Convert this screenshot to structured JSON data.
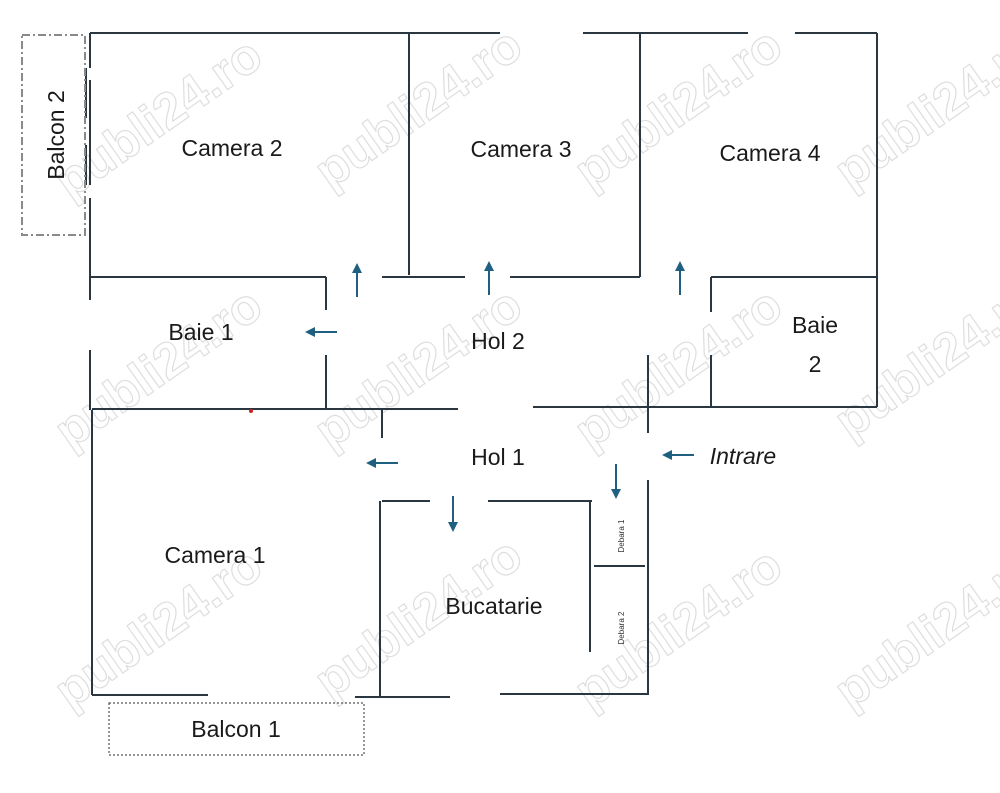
{
  "rooms": {
    "camera2": "Camera 2",
    "camera3": "Camera 3",
    "camera4": "Camera 4",
    "baie1": "Baie 1",
    "hol2": "Hol 2",
    "baie2_line1": "Baie",
    "baie2_line2": "2",
    "hol1": "Hol 1",
    "camera1": "Camera 1",
    "bucatarie": "Bucatarie",
    "debara1": "Debara 1",
    "debara2": "Debara 2",
    "balcon1": "Balcon 1",
    "balcon2": "Balcon 2"
  },
  "entrance": {
    "label": "Intrare"
  },
  "watermark": {
    "text": "publi24.ro"
  },
  "colors": {
    "wall": "#2b3740",
    "arrow": "#1f5f80",
    "balcony_dash": "#8a8a8a",
    "watermark": "#d9d9d9"
  }
}
